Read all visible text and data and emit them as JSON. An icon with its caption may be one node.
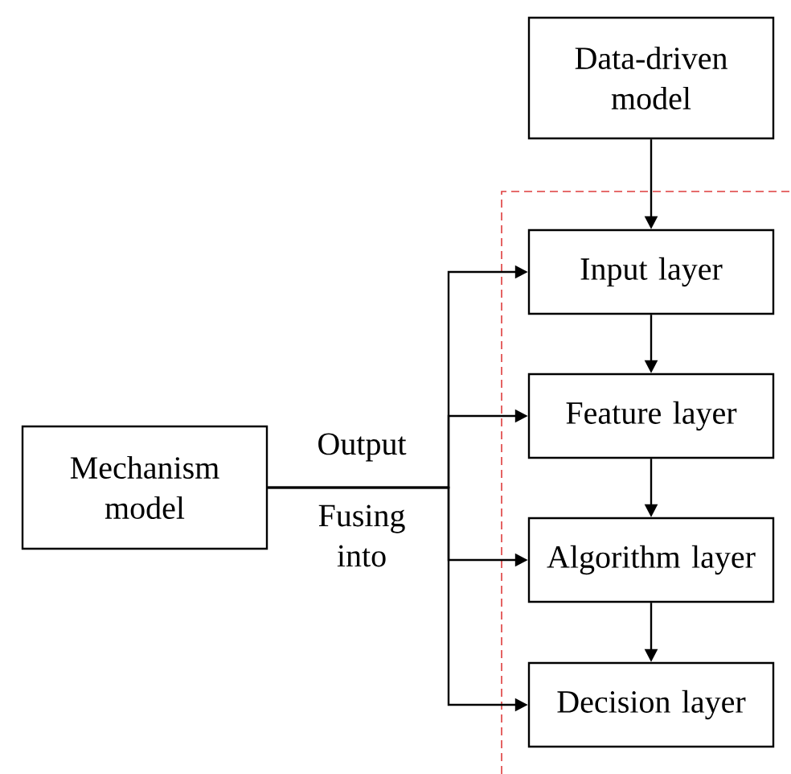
{
  "diagram": {
    "nodes": [
      {
        "text": [
          "Data-driven model"
        ]
      },
      {
        "text": [
          "Mechanism model"
        ]
      },
      {
        "text": [
          "Input layer"
        ]
      },
      {
        "text": [
          "Feature layer"
        ]
      },
      {
        "text": [
          "Algorithm layer"
        ]
      },
      {
        "text": [
          "Decision layer"
        ]
      }
    ],
    "edges": [
      {
        "from": 0,
        "to": 2,
        "arrow": "to"
      },
      {
        "from": 1,
        "to": 2,
        "arrow": "to"
      },
      {
        "from": 1,
        "to": 3,
        "arrow": "to"
      },
      {
        "from": 1,
        "to": 4,
        "arrow": "to"
      },
      {
        "from": 1,
        "to": 5,
        "arrow": "to"
      },
      {
        "from": 2,
        "to": 3,
        "arrow": "to"
      },
      {
        "from": 3,
        "to": 4,
        "arrow": "to"
      },
      {
        "from": 4,
        "to": 5,
        "arrow": "to"
      }
    ],
    "labels": [
      "Output",
      "Fusing into"
    ]
  }
}
